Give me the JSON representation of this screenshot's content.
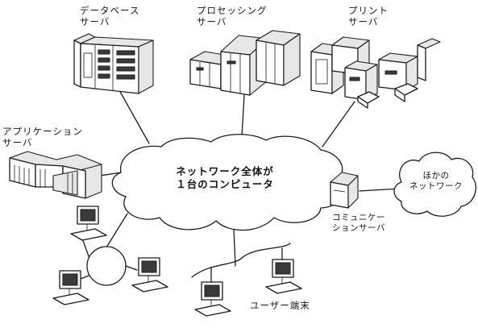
{
  "labels": {
    "database_server": [
      "データベース",
      "サーバ"
    ],
    "processing_server": [
      "プロセッシング",
      "サーバ"
    ],
    "print_server": [
      "プリント",
      "サーバ"
    ],
    "application_server": [
      "アプリケーション",
      "サーバ"
    ],
    "communication_server": [
      "コミュニケー",
      "ションサーバ"
    ],
    "other_network": [
      "ほかの",
      "ネットワーク"
    ],
    "user_terminal": "ユーザー端末"
  },
  "cloud_text": [
    "ネットワーク全体が",
    "１台のコンピュータ"
  ],
  "colors": {
    "ink": "#1b1b1b",
    "background": "#ffffff",
    "shade": "#e7e7e7"
  },
  "icons": [
    "database-server-icon",
    "processing-server-icon",
    "print-server-icon",
    "application-server-icon",
    "communication-server-icon",
    "terminal-icon",
    "ring-network-icon"
  ]
}
